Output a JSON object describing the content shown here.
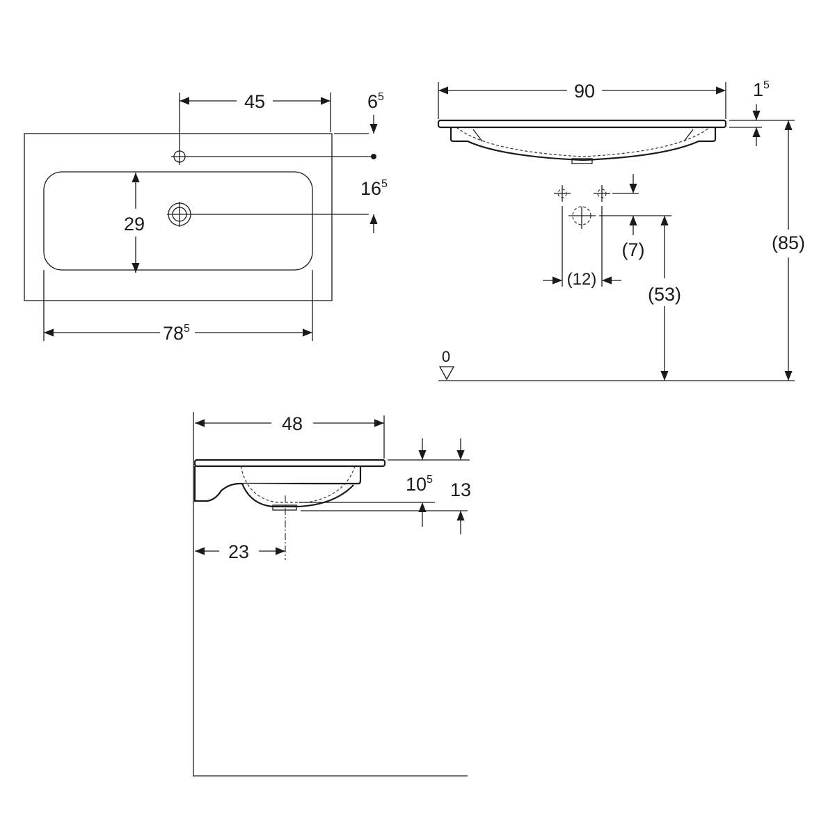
{
  "top_view": {
    "tap_spacing": "45",
    "tap_edge_offset": {
      "base": "6",
      "sup": "5"
    },
    "drain_to_tap": {
      "base": "16",
      "sup": "5"
    },
    "basin_depth": "29",
    "basin_width": {
      "base": "78",
      "sup": "5"
    }
  },
  "front_view": {
    "overall_width": "90",
    "rim_thickness": {
      "base": "1",
      "sup": "5"
    },
    "overall_height": "(85)",
    "drain_height": "(53)",
    "supply_offset": "(7)",
    "supply_spacing": "(12)",
    "floor_level": "0"
  },
  "side_view": {
    "projection": "48",
    "bowl_depth": {
      "base": "10",
      "sup": "5"
    },
    "total_depth": "13",
    "drain_from_wall": "23"
  },
  "colors": {
    "line": "#1a1a1a",
    "background": "#ffffff"
  }
}
